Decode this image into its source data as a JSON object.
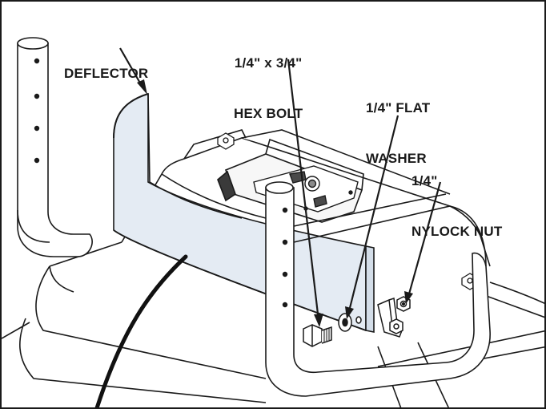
{
  "figure": {
    "colors": {
      "line": "#1a1a1a",
      "deflector_fill": "#e4ebf3",
      "deflector_inner": "#d3dde8",
      "part_fill": "#ffffff",
      "bolt_fill": "#f2f2f2"
    },
    "callouts": {
      "deflector": [
        "DEFLECTOR"
      ],
      "hex_bolt": [
        "1/4\" x 3/4\"",
        "HEX BOLT"
      ],
      "flat_washer": [
        "1/4\" FLAT",
        "WASHER"
      ],
      "nylock_nut": [
        "1/4\"",
        "NYLOCK NUT"
      ]
    }
  }
}
